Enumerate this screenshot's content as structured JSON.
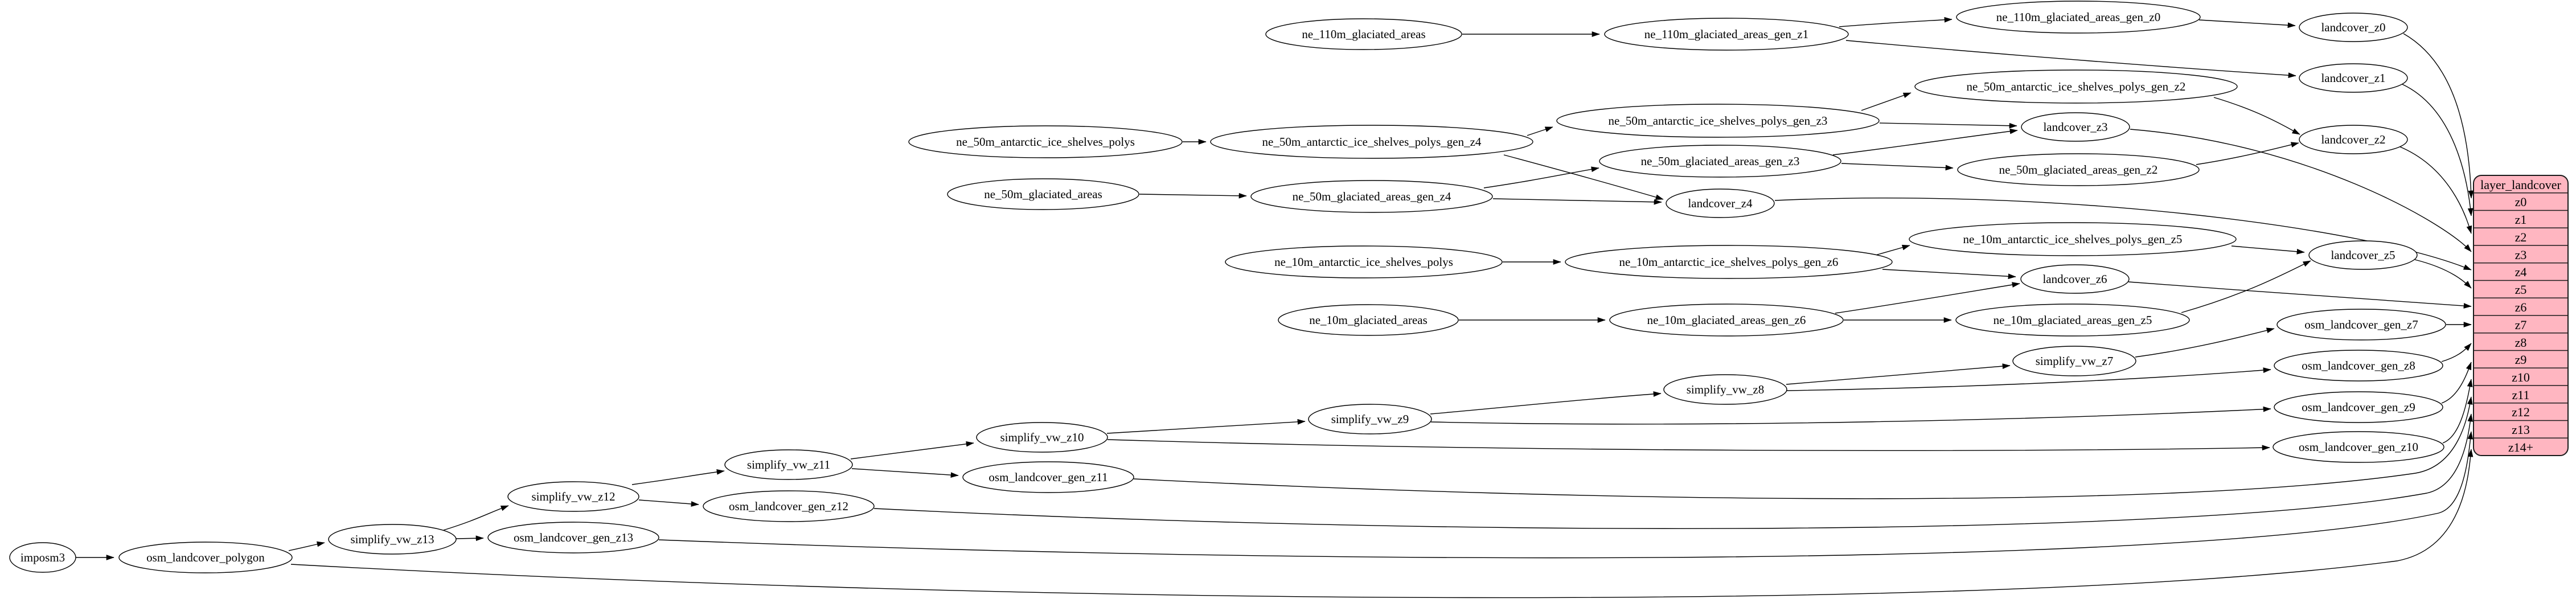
{
  "colors": {
    "background": "#ffffff",
    "node_fill": "#ffffff",
    "node_stroke": "#000000",
    "edge": "#000000",
    "table_fill": "#ffb6c1",
    "table_stroke": "#1a1a1a",
    "text": "#000000"
  },
  "nodes": {
    "imposm3": "imposm3",
    "osm_landcover_polygon": "osm_landcover_polygon",
    "simplify_vw_z13": "simplify_vw_z13",
    "osm_landcover_gen_z13": "osm_landcover_gen_z13",
    "simplify_vw_z12": "simplify_vw_z12",
    "osm_landcover_gen_z12": "osm_landcover_gen_z12",
    "simplify_vw_z11": "simplify_vw_z11",
    "osm_landcover_gen_z11": "osm_landcover_gen_z11",
    "simplify_vw_z10": "simplify_vw_z10",
    "simplify_vw_z9": "simplify_vw_z9",
    "simplify_vw_z8": "simplify_vw_z8",
    "simplify_vw_z7": "simplify_vw_z7",
    "osm_landcover_gen_z10": "osm_landcover_gen_z10",
    "osm_landcover_gen_z9": "osm_landcover_gen_z9",
    "osm_landcover_gen_z8": "osm_landcover_gen_z8",
    "osm_landcover_gen_z7": "osm_landcover_gen_z7",
    "ne_110m_glaciated_areas": "ne_110m_glaciated_areas",
    "ne_110m_glaciated_areas_gen_z1": "ne_110m_glaciated_areas_gen_z1",
    "ne_110m_glaciated_areas_gen_z0": "ne_110m_glaciated_areas_gen_z0",
    "landcover_z0": "landcover_z0",
    "landcover_z1": "landcover_z1",
    "landcover_z2": "landcover_z2",
    "landcover_z3": "landcover_z3",
    "landcover_z4": "landcover_z4",
    "landcover_z5": "landcover_z5",
    "landcover_z6": "landcover_z6",
    "ne_50m_antarctic_ice_shelves_polys": "ne_50m_antarctic_ice_shelves_polys",
    "ne_50m_antarctic_ice_shelves_polys_gen_z4": "ne_50m_antarctic_ice_shelves_polys_gen_z4",
    "ne_50m_antarctic_ice_shelves_polys_gen_z3": "ne_50m_antarctic_ice_shelves_polys_gen_z3",
    "ne_50m_antarctic_ice_shelves_polys_gen_z2": "ne_50m_antarctic_ice_shelves_polys_gen_z2",
    "ne_50m_glaciated_areas": "ne_50m_glaciated_areas",
    "ne_50m_glaciated_areas_gen_z4": "ne_50m_glaciated_areas_gen_z4",
    "ne_50m_glaciated_areas_gen_z3": "ne_50m_glaciated_areas_gen_z3",
    "ne_50m_glaciated_areas_gen_z2": "ne_50m_glaciated_areas_gen_z2",
    "ne_10m_antarctic_ice_shelves_polys": "ne_10m_antarctic_ice_shelves_polys",
    "ne_10m_antarctic_ice_shelves_polys_gen_z6": "ne_10m_antarctic_ice_shelves_polys_gen_z6",
    "ne_10m_antarctic_ice_shelves_polys_gen_z5": "ne_10m_antarctic_ice_shelves_polys_gen_z5",
    "ne_10m_glaciated_areas": "ne_10m_glaciated_areas",
    "ne_10m_glaciated_areas_gen_z6": "ne_10m_glaciated_areas_gen_z6",
    "ne_10m_glaciated_areas_gen_z5": "ne_10m_glaciated_areas_gen_z5"
  },
  "table": {
    "title": "layer_landcover",
    "rows": [
      "z0",
      "z1",
      "z2",
      "z3",
      "z4",
      "z5",
      "z6",
      "z7",
      "z8",
      "z9",
      "z10",
      "z11",
      "z12",
      "z13",
      "z14+"
    ]
  },
  "edges": [
    {
      "from": "imposm3",
      "to": "osm_landcover_polygon"
    },
    {
      "from": "osm_landcover_polygon",
      "to": "simplify_vw_z13"
    },
    {
      "from": "osm_landcover_polygon",
      "to": "layer_landcover.z14+"
    },
    {
      "from": "simplify_vw_z13",
      "to": "osm_landcover_gen_z13"
    },
    {
      "from": "simplify_vw_z13",
      "to": "simplify_vw_z12"
    },
    {
      "from": "osm_landcover_gen_z13",
      "to": "layer_landcover.z13"
    },
    {
      "from": "simplify_vw_z12",
      "to": "osm_landcover_gen_z12"
    },
    {
      "from": "simplify_vw_z12",
      "to": "simplify_vw_z11"
    },
    {
      "from": "osm_landcover_gen_z12",
      "to": "layer_landcover.z12"
    },
    {
      "from": "simplify_vw_z11",
      "to": "osm_landcover_gen_z11"
    },
    {
      "from": "simplify_vw_z11",
      "to": "simplify_vw_z10"
    },
    {
      "from": "osm_landcover_gen_z11",
      "to": "layer_landcover.z11"
    },
    {
      "from": "simplify_vw_z10",
      "to": "simplify_vw_z9"
    },
    {
      "from": "simplify_vw_z10",
      "to": "osm_landcover_gen_z10"
    },
    {
      "from": "osm_landcover_gen_z10",
      "to": "layer_landcover.z10"
    },
    {
      "from": "simplify_vw_z9",
      "to": "simplify_vw_z8"
    },
    {
      "from": "simplify_vw_z9",
      "to": "osm_landcover_gen_z9"
    },
    {
      "from": "osm_landcover_gen_z9",
      "to": "layer_landcover.z9"
    },
    {
      "from": "simplify_vw_z8",
      "to": "simplify_vw_z7"
    },
    {
      "from": "simplify_vw_z8",
      "to": "osm_landcover_gen_z8"
    },
    {
      "from": "osm_landcover_gen_z8",
      "to": "layer_landcover.z8"
    },
    {
      "from": "simplify_vw_z7",
      "to": "osm_landcover_gen_z7"
    },
    {
      "from": "osm_landcover_gen_z7",
      "to": "layer_landcover.z7"
    },
    {
      "from": "ne_110m_glaciated_areas",
      "to": "ne_110m_glaciated_areas_gen_z1"
    },
    {
      "from": "ne_110m_glaciated_areas_gen_z1",
      "to": "ne_110m_glaciated_areas_gen_z0"
    },
    {
      "from": "ne_110m_glaciated_areas_gen_z0",
      "to": "landcover_z0"
    },
    {
      "from": "ne_110m_glaciated_areas_gen_z1",
      "to": "landcover_z1"
    },
    {
      "from": "landcover_z0",
      "to": "layer_landcover.z0"
    },
    {
      "from": "landcover_z1",
      "to": "layer_landcover.z1"
    },
    {
      "from": "landcover_z2",
      "to": "layer_landcover.z2"
    },
    {
      "from": "ne_50m_antarctic_ice_shelves_polys",
      "to": "ne_50m_antarctic_ice_shelves_polys_gen_z4"
    },
    {
      "from": "ne_50m_antarctic_ice_shelves_polys_gen_z4",
      "to": "ne_50m_antarctic_ice_shelves_polys_gen_z3"
    },
    {
      "from": "ne_50m_antarctic_ice_shelves_polys_gen_z4",
      "to": "landcover_z4"
    },
    {
      "from": "ne_50m_antarctic_ice_shelves_polys_gen_z3",
      "to": "ne_50m_antarctic_ice_shelves_polys_gen_z2"
    },
    {
      "from": "ne_50m_antarctic_ice_shelves_polys_gen_z3",
      "to": "landcover_z3"
    },
    {
      "from": "ne_50m_antarctic_ice_shelves_polys_gen_z2",
      "to": "landcover_z2"
    },
    {
      "from": "ne_50m_glaciated_areas",
      "to": "ne_50m_glaciated_areas_gen_z4"
    },
    {
      "from": "ne_50m_glaciated_areas_gen_z4",
      "to": "ne_50m_glaciated_areas_gen_z3"
    },
    {
      "from": "ne_50m_glaciated_areas_gen_z4",
      "to": "landcover_z4"
    },
    {
      "from": "ne_50m_glaciated_areas_gen_z3",
      "to": "ne_50m_glaciated_areas_gen_z2"
    },
    {
      "from": "ne_50m_glaciated_areas_gen_z3",
      "to": "landcover_z3"
    },
    {
      "from": "ne_50m_glaciated_areas_gen_z2",
      "to": "landcover_z2"
    },
    {
      "from": "landcover_z3",
      "to": "layer_landcover.z3"
    },
    {
      "from": "landcover_z4",
      "to": "layer_landcover.z4"
    },
    {
      "from": "ne_10m_antarctic_ice_shelves_polys",
      "to": "ne_10m_antarctic_ice_shelves_polys_gen_z6"
    },
    {
      "from": "ne_10m_antarctic_ice_shelves_polys_gen_z6",
      "to": "ne_10m_antarctic_ice_shelves_polys_gen_z5"
    },
    {
      "from": "ne_10m_antarctic_ice_shelves_polys_gen_z6",
      "to": "landcover_z6"
    },
    {
      "from": "ne_10m_antarctic_ice_shelves_polys_gen_z5",
      "to": "landcover_z5"
    },
    {
      "from": "ne_10m_glaciated_areas",
      "to": "ne_10m_glaciated_areas_gen_z6"
    },
    {
      "from": "ne_10m_glaciated_areas_gen_z6",
      "to": "landcover_z6"
    },
    {
      "from": "ne_10m_glaciated_areas_gen_z6",
      "to": "ne_10m_glaciated_areas_gen_z5"
    },
    {
      "from": "ne_10m_glaciated_areas_gen_z5",
      "to": "landcover_z5"
    },
    {
      "from": "landcover_z5",
      "to": "layer_landcover.z5"
    },
    {
      "from": "landcover_z6",
      "to": "layer_landcover.z6"
    }
  ]
}
